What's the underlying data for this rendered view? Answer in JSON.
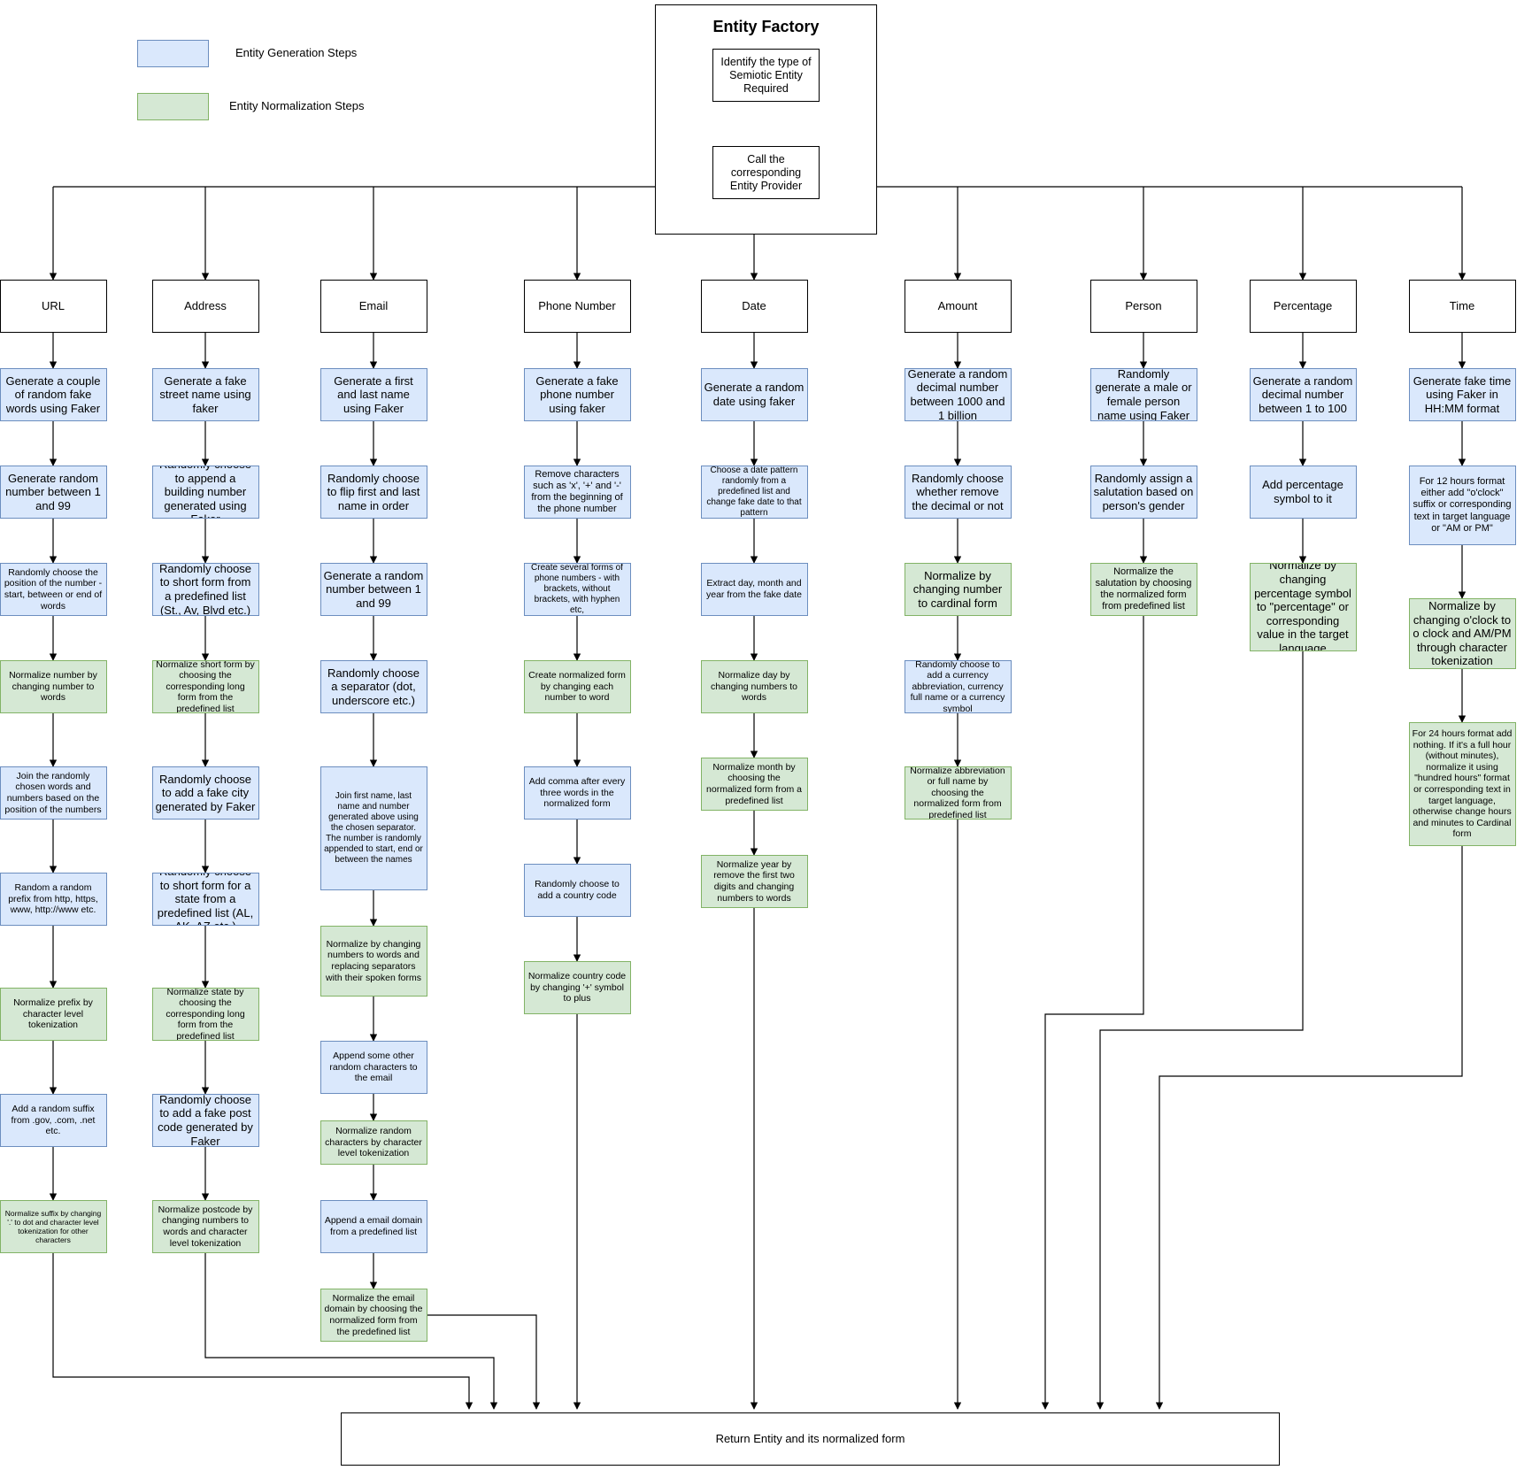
{
  "legend": [
    {
      "label": "Entity Generation Steps",
      "kind": "gen"
    },
    {
      "label": "Entity Normalization Steps",
      "kind": "norm"
    }
  ],
  "factory": {
    "title": "Entity Factory",
    "identify": "Identify the type of Semiotic Entity Required",
    "call": "Call the corresponding Entity Provider"
  },
  "final": "Return Entity and its normalized form",
  "colors": {
    "gen_fill": "#dae8fc",
    "gen_border": "#6c8ebf",
    "norm_fill": "#d5e8d4",
    "norm_border": "#82b366"
  },
  "columns": [
    {
      "name": "URL",
      "steps": [
        {
          "text": "Generate a couple of random fake words using Faker",
          "kind": "gen"
        },
        {
          "text": "Generate random number between 1 and 99",
          "kind": "gen"
        },
        {
          "text": "Randomly choose the position of the number - start, between or end of words",
          "kind": "gen"
        },
        {
          "text": "Normalize number by changing number to words",
          "kind": "norm"
        },
        {
          "text": "Join the randomly chosen words and numbers based on the position of the numbers",
          "kind": "gen"
        },
        {
          "text": "Random a random prefix from http, https, www, http://www etc.",
          "kind": "gen"
        },
        {
          "text": "Normalize prefix by character level tokenization",
          "kind": "norm"
        },
        {
          "text": "Add a random suffix from .gov, .com, .net etc.",
          "kind": "gen"
        },
        {
          "text": "Normalize suffix by changing '.' to dot and character level tokenization for other characters",
          "kind": "norm"
        }
      ]
    },
    {
      "name": "Address",
      "steps": [
        {
          "text": "Generate a fake street name using faker",
          "kind": "gen"
        },
        {
          "text": "Randomly choose to append a building number generated using Faker",
          "kind": "gen"
        },
        {
          "text": "Randomly choose to short form from a predefined list (St., Av, Blvd etc.)",
          "kind": "gen"
        },
        {
          "text": "Normalize short form by choosing the corresponding long form from the predefined list",
          "kind": "norm"
        },
        {
          "text": "Randomly choose to add a fake city generated by Faker",
          "kind": "gen"
        },
        {
          "text": "Randomly choose to short form for a state from a predefined list (AL, AK, AZ etc.)",
          "kind": "gen"
        },
        {
          "text": "Normalize state by choosing the corresponding long form from the predefined list",
          "kind": "norm"
        },
        {
          "text": "Randomly choose to add a fake post code generated by Faker",
          "kind": "gen"
        },
        {
          "text": "Normalize postcode by changing numbers to words and character level tokenization",
          "kind": "norm"
        }
      ]
    },
    {
      "name": "Email",
      "steps": [
        {
          "text": "Generate a first and last name using Faker",
          "kind": "gen"
        },
        {
          "text": "Randomly choose to flip first and last name in order",
          "kind": "gen"
        },
        {
          "text": "Generate a random number between 1 and 99",
          "kind": "gen"
        },
        {
          "text": "Randomly choose a separator (dot, underscore etc.)",
          "kind": "gen"
        },
        {
          "text": "Join first name, last name and number generated above using the chosen separator. The number is randomly appended to start, end or between the names",
          "kind": "gen"
        },
        {
          "text": "Normalize by changing numbers to words and replacing separators with their spoken forms",
          "kind": "norm"
        },
        {
          "text": "Append some other random characters to the email",
          "kind": "gen"
        },
        {
          "text": "Normalize random characters by character level tokenization",
          "kind": "norm"
        },
        {
          "text": "Append a email domain from a predefined list",
          "kind": "gen"
        },
        {
          "text": "Normalize the email domain by choosing the normalized form from the predefined list",
          "kind": "norm"
        }
      ]
    },
    {
      "name": "Phone Number",
      "steps": [
        {
          "text": "Generate a fake phone number using faker",
          "kind": "gen"
        },
        {
          "text": "Remove characters such as 'x', '+' and '-' from the beginning of the phone number",
          "kind": "gen"
        },
        {
          "text": "Create several forms of phone numbers - with brackets, without brackets, with hyphen etc,",
          "kind": "gen"
        },
        {
          "text": "Create normalized form by changing each number to word",
          "kind": "norm"
        },
        {
          "text": "Add comma after every three words in the normalized form",
          "kind": "gen"
        },
        {
          "text": "Randomly choose to add a country code",
          "kind": "gen"
        },
        {
          "text": "Normalize country code by changing '+' symbol to plus",
          "kind": "norm"
        }
      ]
    },
    {
      "name": "Date",
      "steps": [
        {
          "text": "Generate a random date using faker",
          "kind": "gen"
        },
        {
          "text": "Choose a date pattern randomly from a predefined list and change fake date to that pattern",
          "kind": "gen"
        },
        {
          "text": "Extract day, month and year from the fake date",
          "kind": "gen"
        },
        {
          "text": "Normalize day by changing numbers to words",
          "kind": "norm"
        },
        {
          "text": "Normalize month by choosing the normalized form from a predefined list",
          "kind": "norm"
        },
        {
          "text": "Normalize year by remove the first two digits and changing numbers to words",
          "kind": "norm"
        }
      ]
    },
    {
      "name": "Amount",
      "steps": [
        {
          "text": "Generate a random decimal number between 1000 and 1 billion",
          "kind": "gen"
        },
        {
          "text": "Randomly choose whether remove the decimal or not",
          "kind": "gen"
        },
        {
          "text": "Normalize by changing number to cardinal form",
          "kind": "norm"
        },
        {
          "text": "Randomly choose to add a currency abbreviation, currency full name or a currency symbol",
          "kind": "gen"
        },
        {
          "text": "Normalize abbreviation or full name by choosing the normalized form from predefined list",
          "kind": "norm"
        }
      ]
    },
    {
      "name": "Person",
      "steps": [
        {
          "text": "Randomly generate a male or female person name using Faker",
          "kind": "gen"
        },
        {
          "text": "Randomly assign a salutation based on person's gender",
          "kind": "gen"
        },
        {
          "text": "Normalize the salutation by choosing the normalized form from predefined list",
          "kind": "norm"
        }
      ]
    },
    {
      "name": "Percentage",
      "steps": [
        {
          "text": "Generate a random decimal number between 1 to 100",
          "kind": "gen"
        },
        {
          "text": "Add percentage symbol to it",
          "kind": "gen"
        },
        {
          "text": "Normalize by changing percentage symbol to \"percentage\" or corresponding value in the target language",
          "kind": "norm"
        }
      ]
    },
    {
      "name": "Time",
      "steps": [
        {
          "text": "Generate fake time using Faker in HH:MM format",
          "kind": "gen"
        },
        {
          "text": "For 12 hours format either add \"o'clock\" suffix or corresponding text in target language or \"AM or PM\"",
          "kind": "gen"
        },
        {
          "text": "Normalize by changing o'clock to o clock and AM/PM through character tokenization",
          "kind": "norm"
        },
        {
          "text": "For 24 hours format add nothing. If it's a full hour (without minutes), normalize it using \"hundred hours\" format or corresponding text in target language, otherwise change hours and minutes to Cardinal form",
          "kind": "norm"
        }
      ]
    }
  ]
}
